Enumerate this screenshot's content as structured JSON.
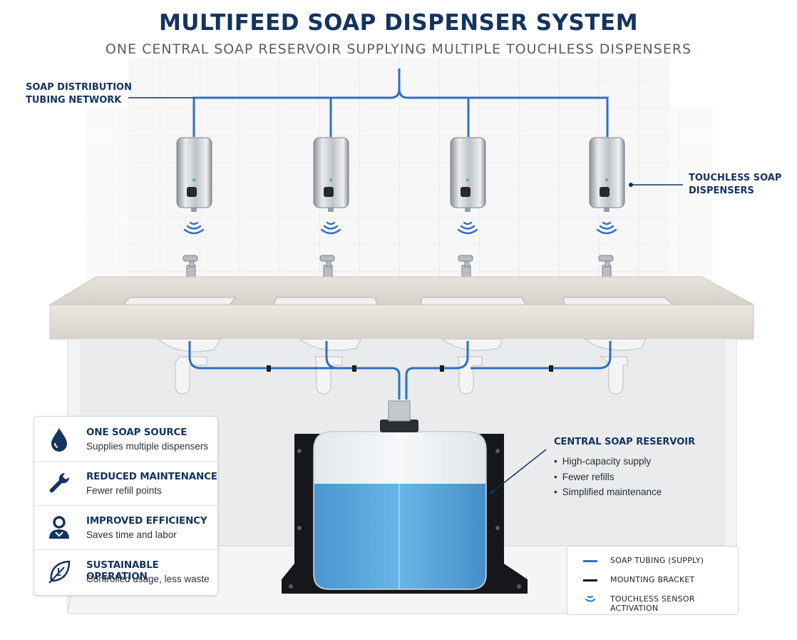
{
  "header": {
    "title": "MULTIFEED SOAP DISPENSER SYSTEM",
    "subtitle": "ONE CENTRAL SOAP RESERVOIR SUPPLYING MULTIPLE TOUCHLESS DISPENSERS"
  },
  "callouts": {
    "tubing": "SOAP DISTRIBUTION TUBING NETWORK",
    "dispensers": "TOUCHLESS SOAP DISPENSERS"
  },
  "features": [
    {
      "title": "ONE SOAP SOURCE",
      "desc": "Supplies multiple dispensers",
      "icon": "drop-icon"
    },
    {
      "title": "REDUCED MAINTENANCE",
      "desc": "Fewer refill points",
      "icon": "wrench-icon"
    },
    {
      "title": "IMPROVED EFFICIENCY",
      "desc": "Saves time and labor",
      "icon": "worker-icon"
    },
    {
      "title": "SUSTAINABLE OPERATION",
      "desc": "Controlled usage, less waste",
      "icon": "leaf-icon"
    }
  ],
  "reservoir": {
    "title": "CENTRAL SOAP RESERVOIR",
    "points": [
      "High-capacity supply",
      "Fewer refills",
      "Simplified maintenance"
    ]
  },
  "legend": [
    {
      "label": "SOAP TUBING (SUPPLY)",
      "symbol": "blue-line"
    },
    {
      "label": "MOUNTING BRACKET",
      "symbol": "black-line"
    },
    {
      "label": "TOUCHLESS SENSOR ACTIVATION",
      "symbol": "sensor-waves-icon"
    }
  ],
  "colors": {
    "navy": "#14335f",
    "tubing": "#2f6fc4",
    "soap": "#4aa3dc",
    "bracket": "#15171a"
  }
}
